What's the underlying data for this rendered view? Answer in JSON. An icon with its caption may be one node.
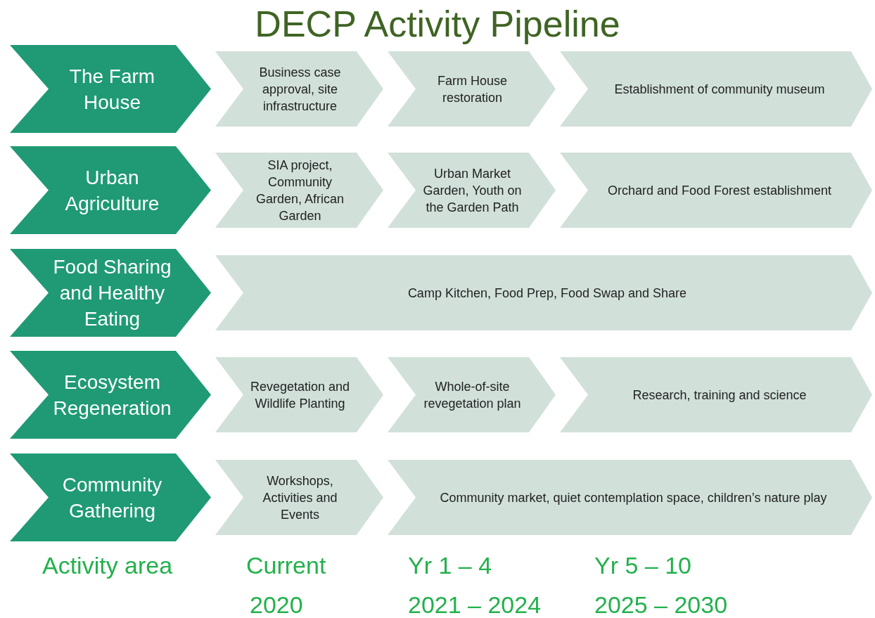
{
  "diagram": {
    "title": "DECP Activity Pipeline",
    "nodes": [
      {
        "text": [
          "The Farm House"
        ]
      },
      {
        "text": [
          "Business case approval, site infrastructure"
        ]
      },
      {
        "text": [
          "Farm House restoration"
        ]
      },
      {
        "text": [
          "Establishment of community museum"
        ]
      },
      {
        "text": [
          "Urban Agriculture"
        ]
      },
      {
        "text": [
          "SIA project, Community Garden, African Garden"
        ]
      },
      {
        "text": [
          "Urban Market Garden, Youth on the Garden Path"
        ]
      },
      {
        "text": [
          "Orchard and Food Forest establishment"
        ]
      },
      {
        "text": [
          "Food Sharing and Healthy Eating"
        ]
      },
      {
        "text": [
          "Camp Kitchen, Food Prep, Food Swap and Share"
        ]
      },
      {
        "text": [
          "Ecosystem Regeneration"
        ]
      },
      {
        "text": [
          "Revegetation and Wildlife Planting"
        ]
      },
      {
        "text": [
          "Whole-of-site revegetation plan"
        ]
      },
      {
        "text": [
          "Research, training and science"
        ]
      },
      {
        "text": [
          "Community Gathering"
        ]
      },
      {
        "text": [
          "Workshops, Activities and Events"
        ]
      },
      {
        "text": [
          "Community market, quiet contemplation space, children’s nature play"
        ]
      }
    ],
    "labels": [
      "Activity area",
      "Current",
      "Yr 1 – 4",
      "Yr 5 – 10",
      "2020",
      "2021 – 2024",
      "2025 – 2030"
    ]
  }
}
